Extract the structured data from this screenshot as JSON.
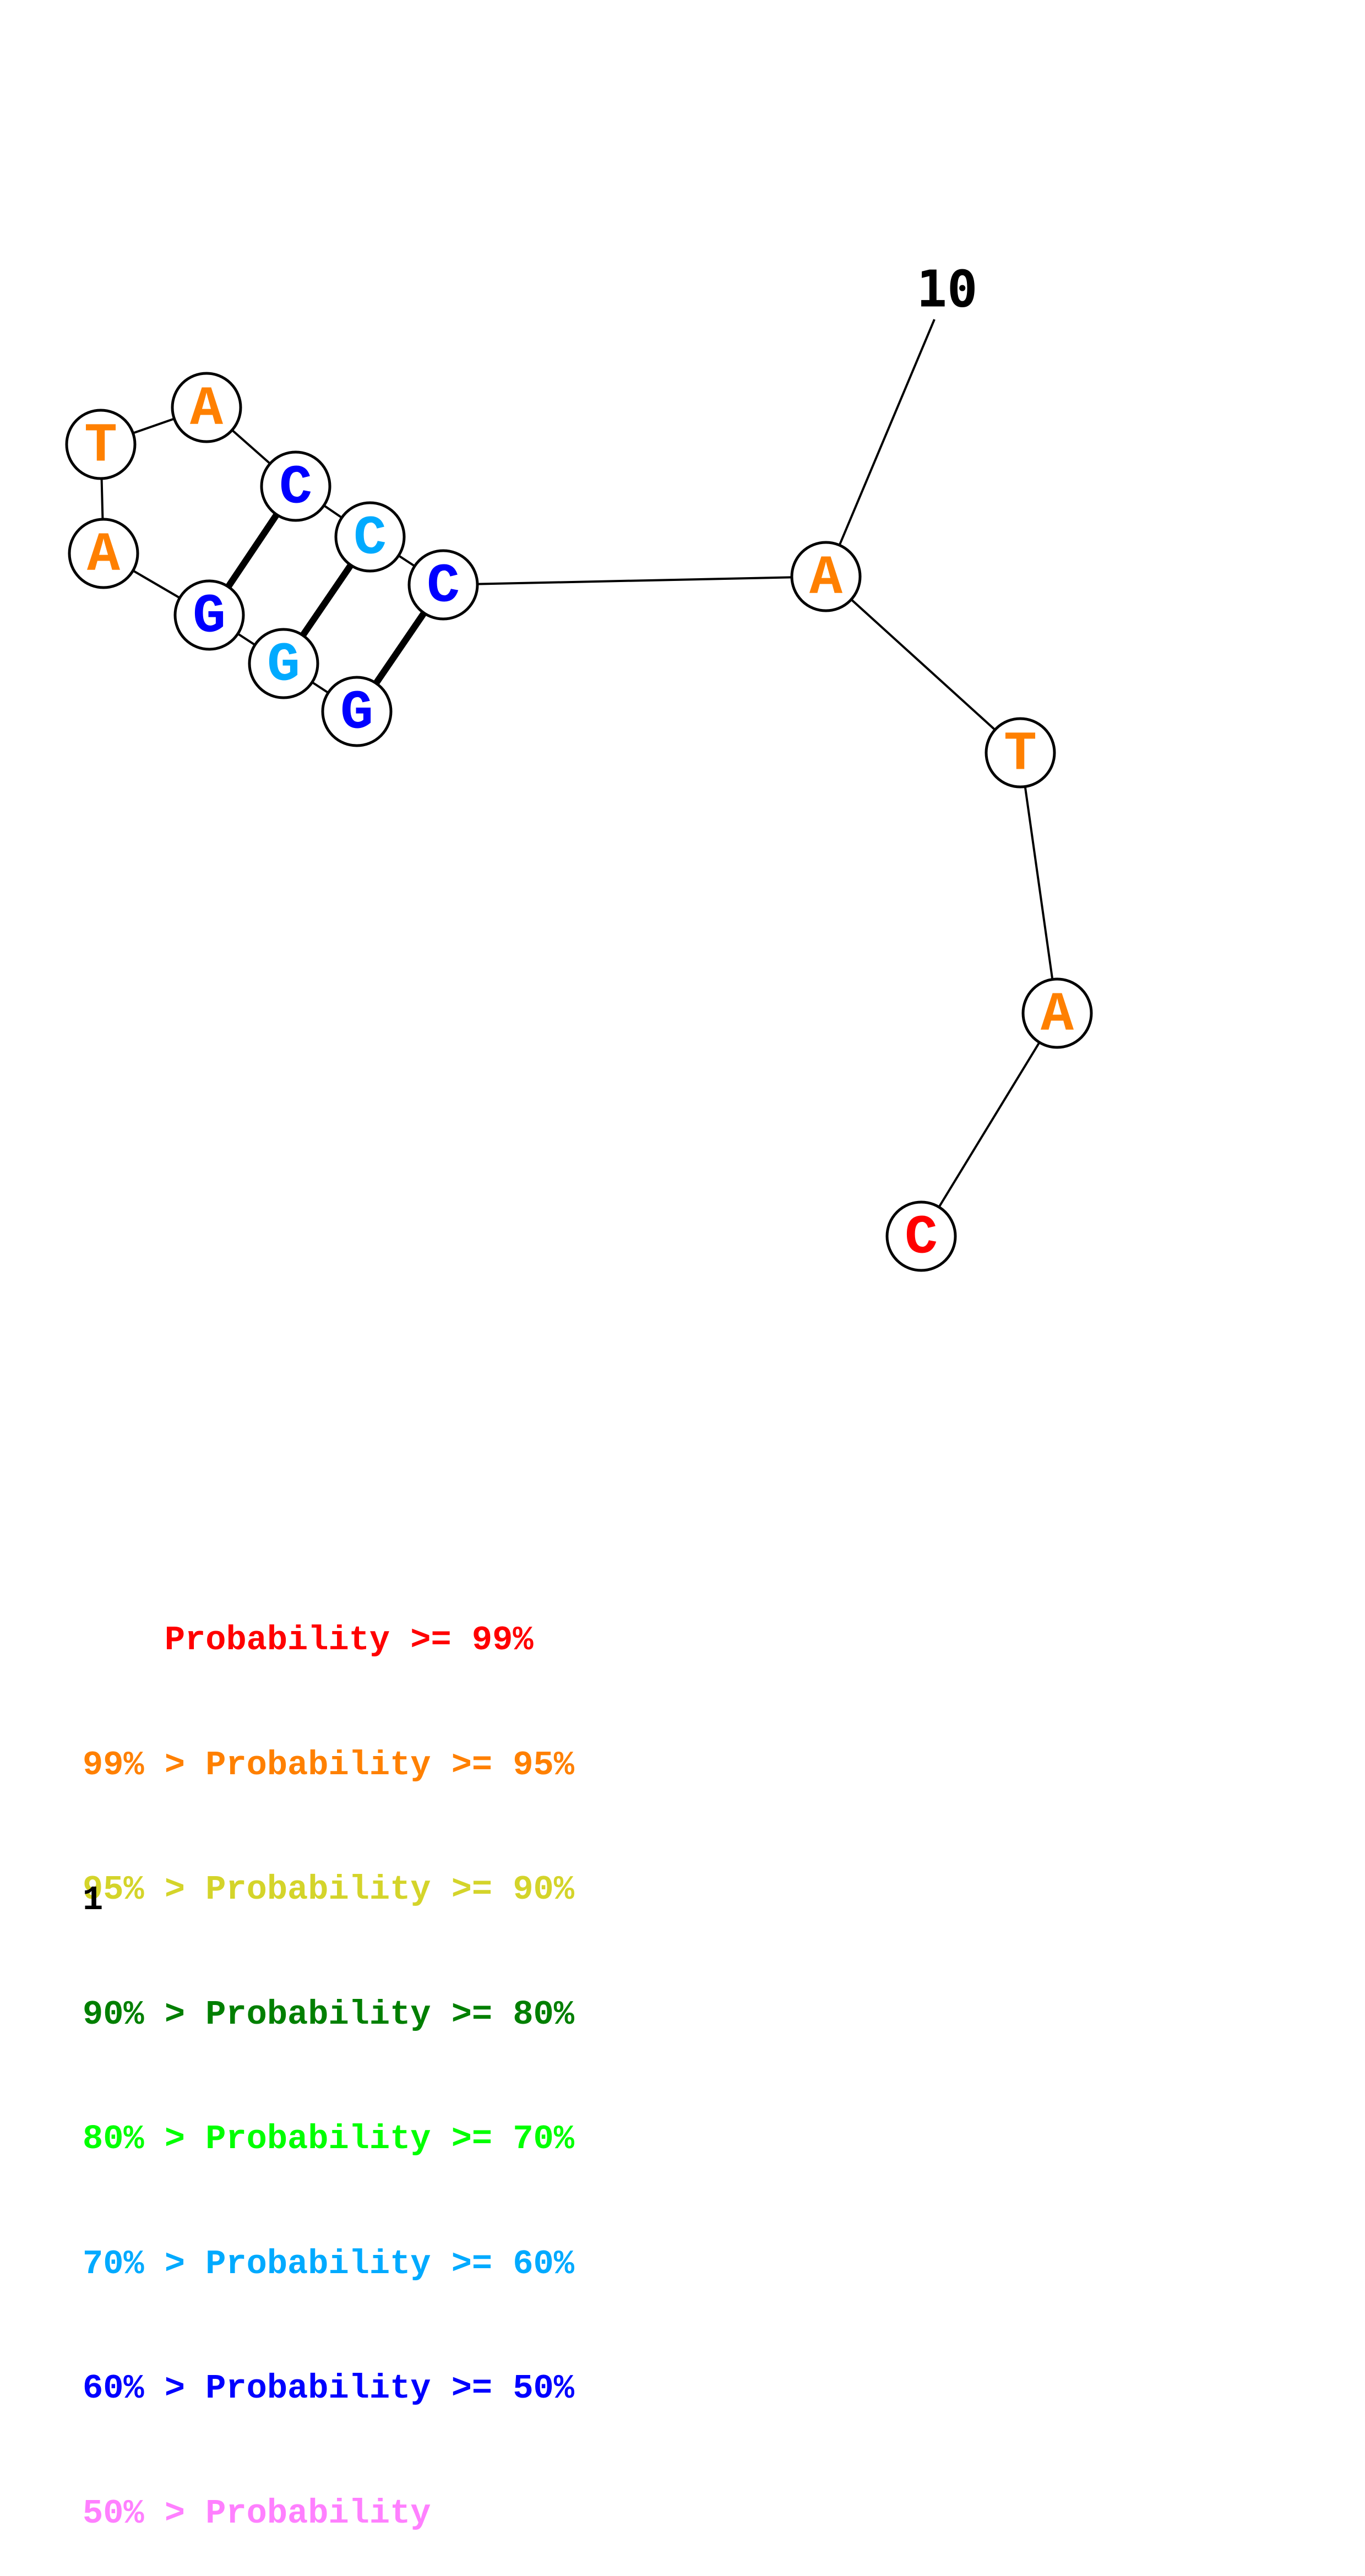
{
  "structure": {
    "sequence": [
      "G",
      "G",
      "G",
      "A",
      "T",
      "A",
      "C",
      "C",
      "C",
      "A",
      "T",
      "A",
      "C"
    ],
    "base_colors": [
      "#0000ff",
      "#00aaff",
      "#0000ff",
      "#ff8000",
      "#ff8000",
      "#ff8000",
      "#0000ff",
      "#00aaff",
      "#0000ff",
      "#ff8000",
      "#ff8000",
      "#ff8000",
      "#ff0000"
    ],
    "base_pairs": [
      [
        1,
        9
      ],
      [
        2,
        8
      ],
      [
        3,
        7
      ]
    ],
    "position_labels": [
      {
        "index": 10,
        "text": "10"
      }
    ]
  },
  "legend": {
    "rows": [
      {
        "text": "    Probability >= 99%",
        "color": "#ff0000"
      },
      {
        "text": "99% > Probability >= 95%",
        "color": "#ff8000"
      },
      {
        "text": "95% > Probability >= 90%",
        "color": "#d4d42a"
      },
      {
        "text": "90% > Probability >= 80%",
        "color": "#007f00"
      },
      {
        "text": "80% > Probability >= 70%",
        "color": "#00ff00"
      },
      {
        "text": "70% > Probability >= 60%",
        "color": "#00aaff"
      },
      {
        "text": "60% > Probability >= 50%",
        "color": "#0000ff"
      },
      {
        "text": "50% > Probability",
        "color": "#ff80ff"
      }
    ]
  },
  "page_number": "1"
}
